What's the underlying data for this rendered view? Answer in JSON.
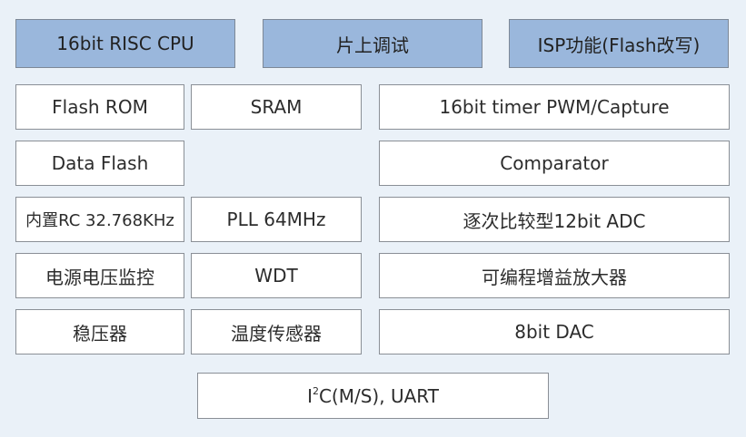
{
  "blocks": {
    "cpu": "16bit RISC CPU",
    "debug": "片上调试",
    "isp": "ISP功能(Flash改写)",
    "flash_rom": "Flash ROM",
    "sram": "SRAM",
    "timer": "16bit timer PWM/Capture",
    "data_flash": "Data Flash",
    "comparator": "Comparator",
    "rc": "内置RC 32.768KHz",
    "pll": "PLL 64MHz",
    "adc": "逐次比较型12bit ADC",
    "voltage_monitor": "电源电压监控",
    "wdt": "WDT",
    "pga": "可编程增益放大器",
    "regulator": "稳压器",
    "temp_sensor": "温度传感器",
    "dac": "8bit DAC",
    "serial_prefix": "I",
    "serial_sup": "2",
    "serial_suffix": "C(M/S), UART"
  }
}
